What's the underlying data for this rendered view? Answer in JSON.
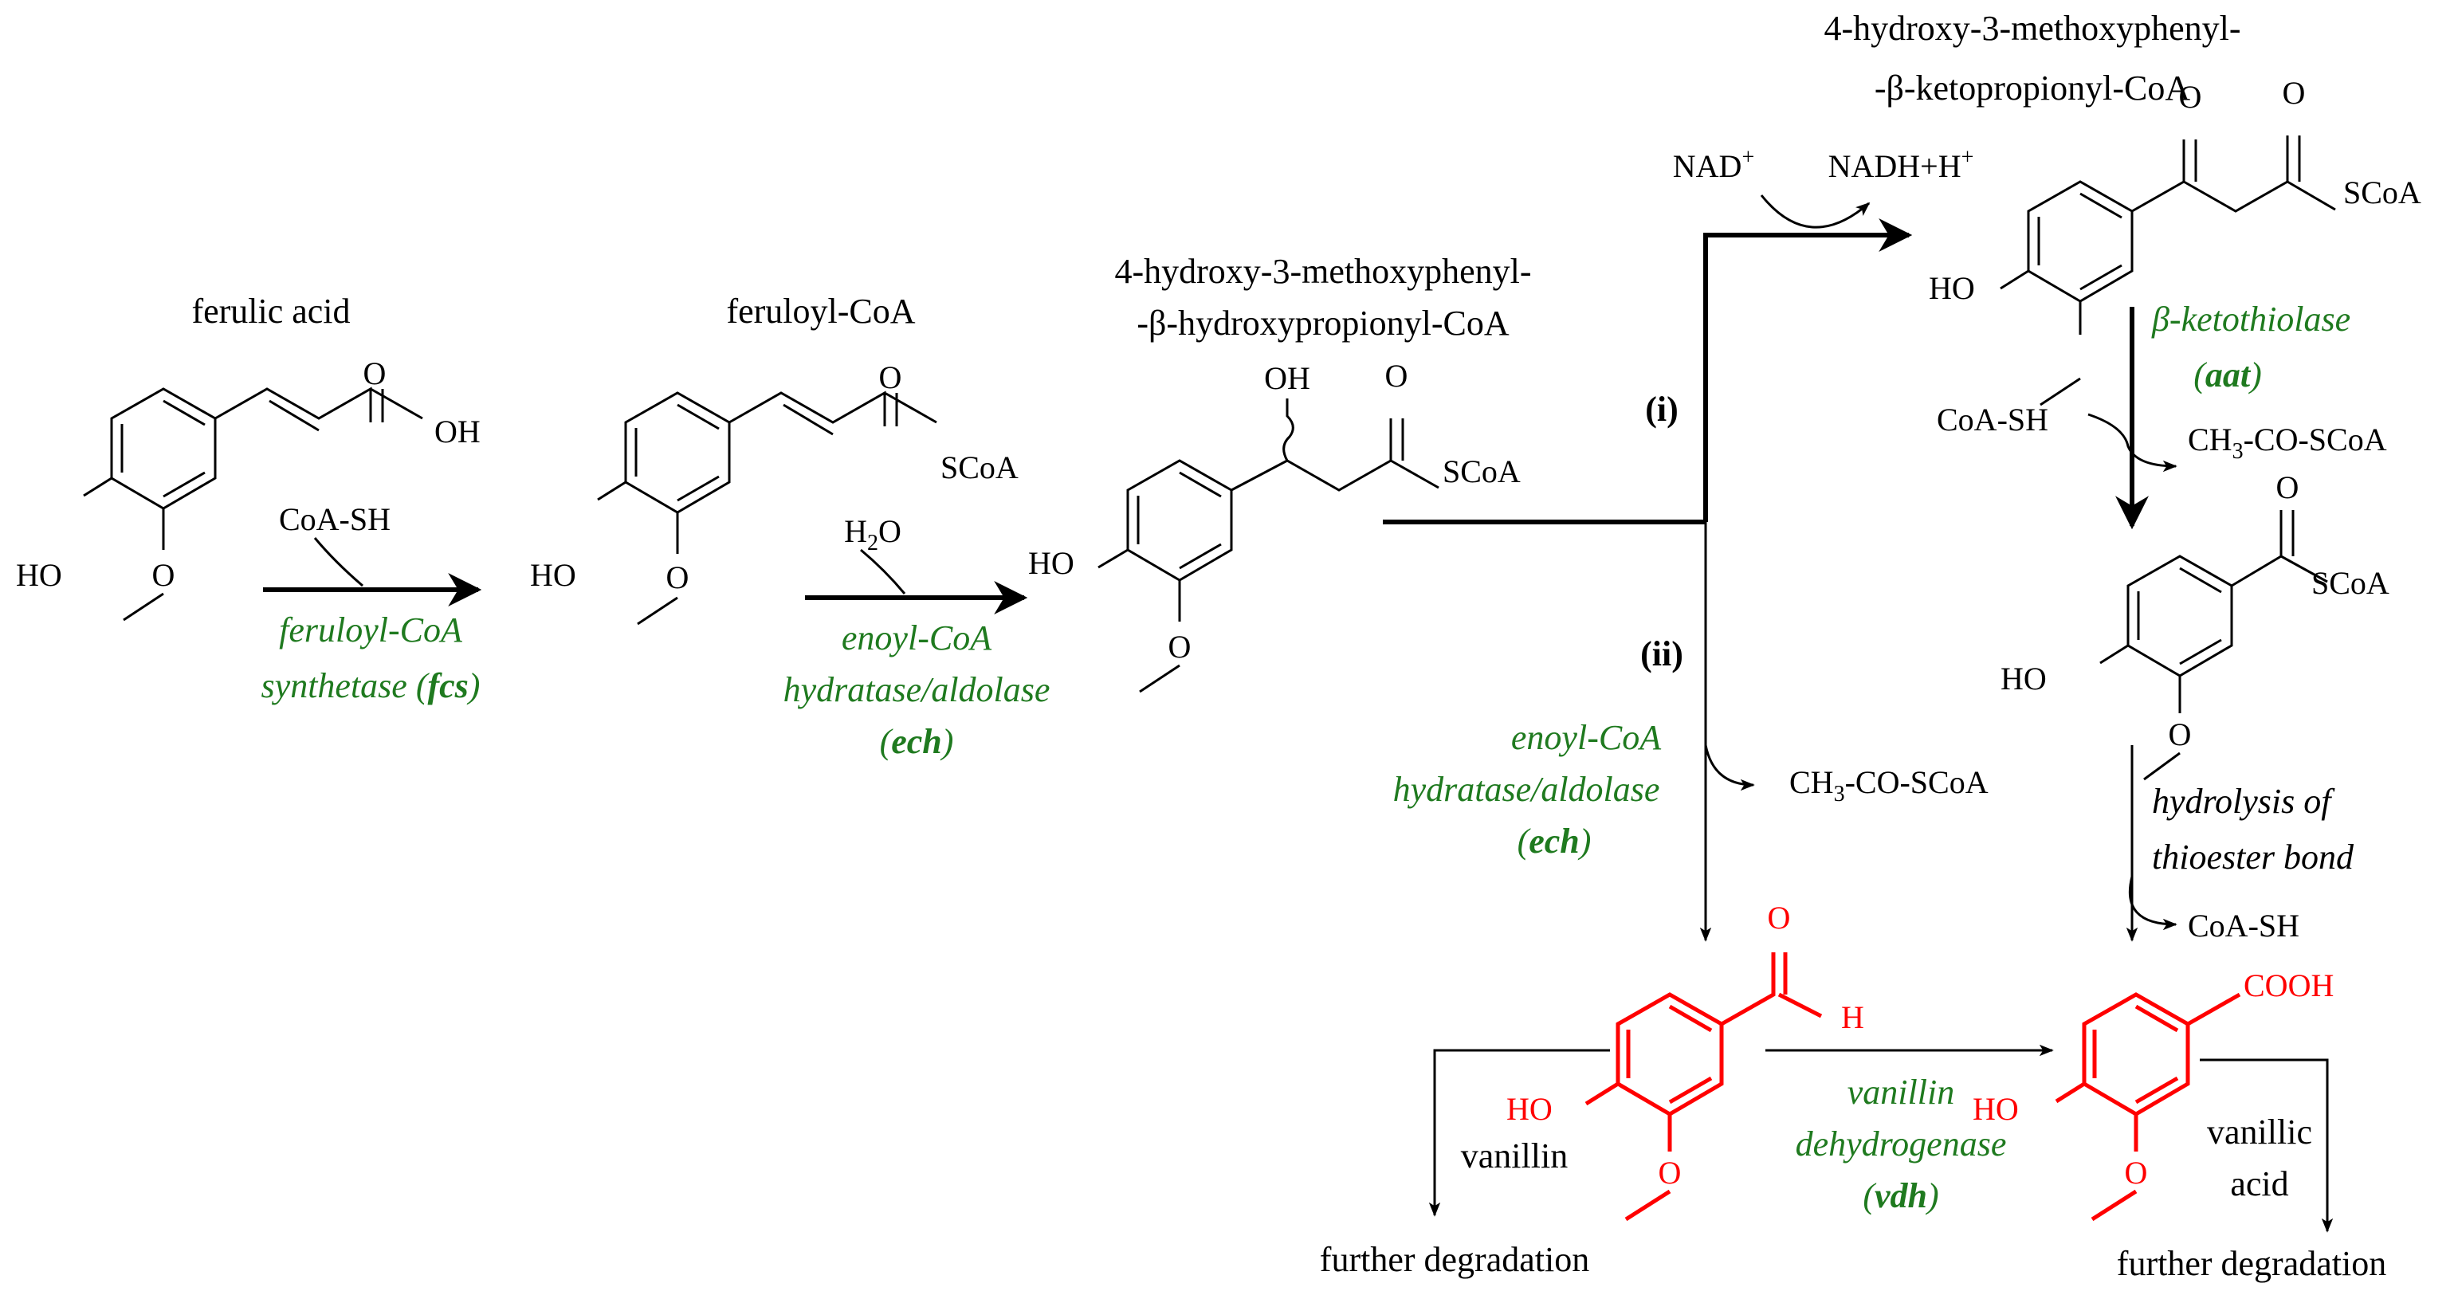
{
  "compounds": {
    "ferulic_acid": {
      "name": "ferulic acid",
      "ho": "HO",
      "oh": "OH",
      "o": "O"
    },
    "feruloyl_coa": {
      "name": "feruloyl-CoA",
      "ho": "HO",
      "scoa": "SCoA",
      "o": "O"
    },
    "hydroxy_intermediate": {
      "name_line1": "4-hydroxy-3-methoxyphenyl-",
      "name_line2": "-β-hydroxypropionyl-CoA",
      "ho": "HO",
      "oh": "OH",
      "scoa": "SCoA",
      "o": "O"
    },
    "keto_intermediate": {
      "name_line1": "4-hydroxy-3-methoxyphenyl-",
      "name_line2": "-β-ketopropionyl-CoA",
      "ho": "HO",
      "scoa": "SCoA",
      "o1": "O",
      "o2": "O"
    },
    "benzoyl_coa": {
      "ho": "HO",
      "scoa": "SCoA",
      "o": "O"
    },
    "vanillin": {
      "name": "vanillin",
      "ho": "HO",
      "o": "O",
      "h": "H"
    },
    "vanillic_acid": {
      "name_line1": "vanillic",
      "name_line2": "acid",
      "ho": "HO",
      "cooh": "COOH"
    }
  },
  "reactions": {
    "fcs": {
      "cofactor": "CoA-SH",
      "enzyme_line1": "feruloyl-CoA",
      "enzyme_line2_prefix": "synthetase (",
      "enzyme_abbr": "fcs",
      "enzyme_line2_suffix": ")"
    },
    "ech1": {
      "cofactor_base": "H",
      "cofactor_sub": "2",
      "cofactor_tail": "O",
      "enzyme_line1": "enoyl-CoA",
      "enzyme_line2": "hydratase/aldolase",
      "enzyme_abbr_open": "(",
      "enzyme_abbr": "ech",
      "enzyme_abbr_close": ")"
    },
    "branch_i": {
      "label": "(i)",
      "nad": "NAD",
      "nad_sup": "+",
      "nadh": "NADH+H",
      "nadh_sup": "+"
    },
    "branch_ii": {
      "label": "(ii)",
      "enzyme_line1": "enoyl-CoA",
      "enzyme_line2": "hydratase/aldolase",
      "enzyme_abbr_open": "(",
      "enzyme_abbr": "ech",
      "enzyme_abbr_close": ")",
      "byproduct_pre": "CH",
      "byproduct_sub": "3",
      "byproduct_post": "-CO-SCoA"
    },
    "aat": {
      "enzyme_line1": "β-ketothiolase",
      "enzyme_abbr_open": "(",
      "enzyme_abbr": "aat",
      "enzyme_abbr_close": ")",
      "cofactor": "CoA-SH",
      "byproduct_pre": "CH",
      "byproduct_sub": "3",
      "byproduct_post": "-CO-SCoA"
    },
    "hydrolysis": {
      "line1": "hydrolysis of",
      "line2": "thioester bond",
      "product": "CoA-SH"
    },
    "vdh": {
      "enzyme_line1": "vanillin",
      "enzyme_line2": "dehydrogenase",
      "enzyme_abbr_open": "(",
      "enzyme_abbr": "vdh",
      "enzyme_abbr_close": ")"
    }
  },
  "outcomes": {
    "further_left": "further degradation",
    "further_right": "further degradation"
  },
  "colors": {
    "enzyme": "#1f7a1f",
    "highlight": "#ff0000",
    "ink": "#000000"
  }
}
